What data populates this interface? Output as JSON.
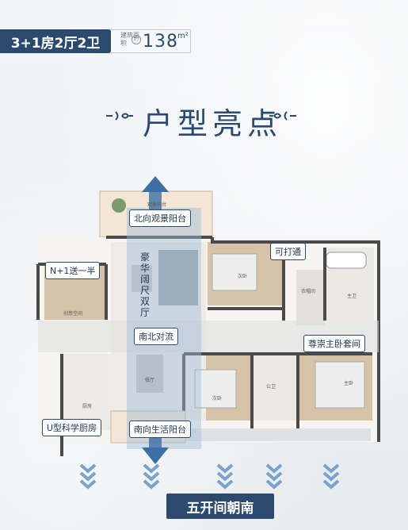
{
  "header": {
    "layout_label": "3+1房2厅2卫",
    "area_caption": "建筑面积",
    "area_unit_mark": "约",
    "area_value": "138",
    "area_unit": "m²"
  },
  "title": "户型亮点",
  "callouts": {
    "north_balcony": "北向观景阳台",
    "openable": "可打通",
    "n_plus_one": "N+1送一半",
    "living": "豪华阔尺双厅",
    "ventilation": "南北对流",
    "master_suite": "尊崇主卧套间",
    "kitchen": "U型科学厨房",
    "south_balcony": "南向生活阳台"
  },
  "room_labels": {
    "balcony_small": "观景阳台",
    "second_bedroom_top": "次卧",
    "closet": "衣帽间",
    "master_bath": "主卫",
    "creative_space": "创意空间",
    "kitchen": "厨房",
    "dining": "餐厅",
    "second_bedroom_bottom": "次卧",
    "public_bath": "公卫",
    "master_bedroom": "主卧"
  },
  "footer": {
    "orientation_button": "五开间朝南"
  },
  "colors": {
    "brand": "#2b4a6e",
    "airflow": "#9dbcd8",
    "arrow": "#3c6fa3",
    "chevron": "#7aa3c9"
  }
}
